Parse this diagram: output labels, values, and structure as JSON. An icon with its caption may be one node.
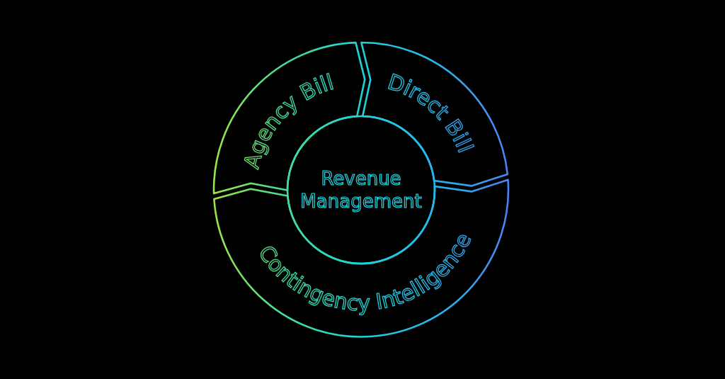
{
  "diagram": {
    "nodes": [
      {
        "text": [
          "Agency Bill"
        ]
      },
      {
        "text": [
          "Direct Bill"
        ]
      },
      {
        "text": [
          "Revenue Management"
        ]
      },
      {
        "text": [
          "Contingency Intelligence"
        ]
      }
    ]
  }
}
